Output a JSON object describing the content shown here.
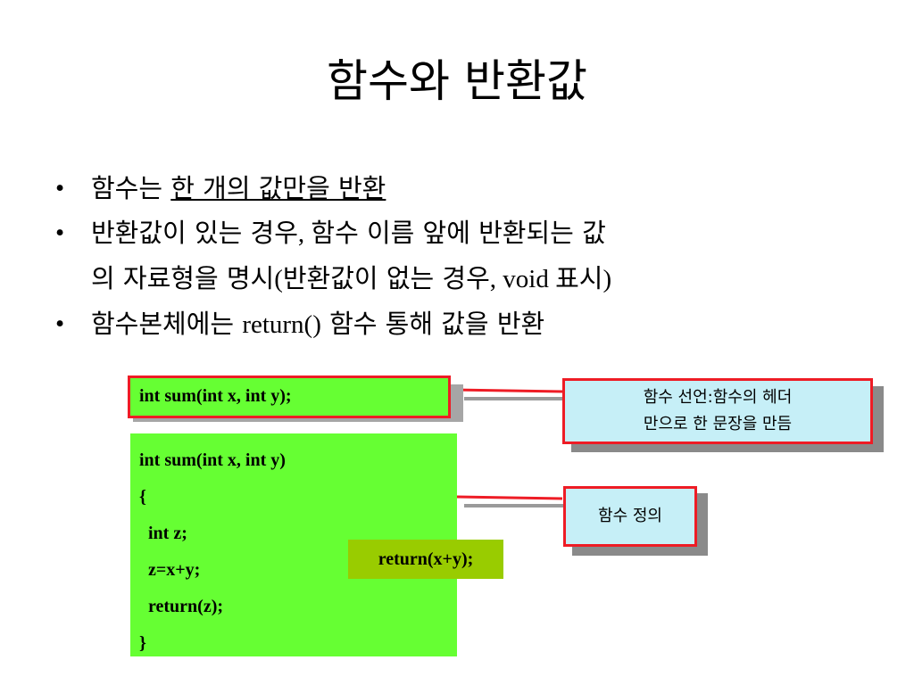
{
  "slide": {
    "title": "함수와 반환값",
    "bullets": [
      {
        "pre": "함수는 ",
        "underlined": "한 개의 값만을 반환"
      },
      {
        "line1_a": "반환값이 있는 경우",
        "line1_b": ", ",
        "line1_c": "함수 이름 앞에 반환되는 값",
        "line2_a": "의 자료형을 명시",
        "line2_b": "(",
        "line2_c": "반환값이 없는 경우",
        "line2_d": ", void ",
        "line2_e": "표시",
        "line2_f": ")"
      },
      {
        "pre": "함수본체에는 ",
        "code": "return()",
        "post": " 함수 통해 값을 반환"
      }
    ]
  },
  "declaration": "int sum(int x, int y);",
  "definition_lines": [
    "int sum(int x, int y)",
    "{",
    "  int z;",
    "  z=x+y;",
    "  return(z);",
    "}"
  ],
  "alt_return": "return(x+y);",
  "notes": {
    "declaration_line1": "함수 선언:함수의 헤더",
    "declaration_line2": "만으로 한 문장을 만듬",
    "definition": "함수 정의"
  },
  "colors": {
    "code_bg": "#66ff33",
    "highlight_border": "#ee1c25",
    "note_bg": "#c6eff7",
    "alt_bg": "#99cc00"
  }
}
